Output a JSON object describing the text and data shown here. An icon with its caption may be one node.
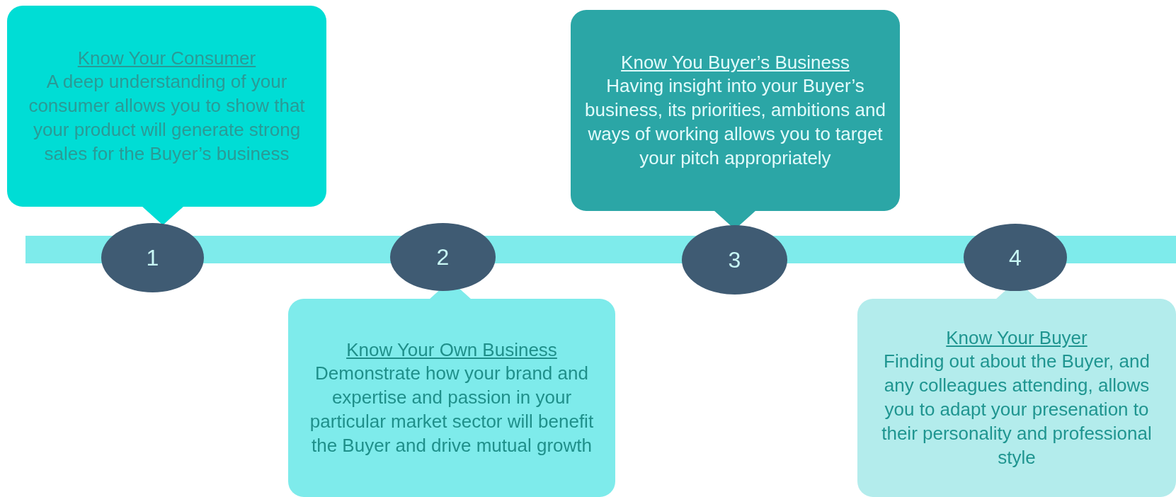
{
  "diagram": {
    "nodes": [
      {
        "text": [
          "Know Your Consumer",
          "A deep understanding of your consumer allows you to show that your product will generate strong sales for the Buyer’s business"
        ]
      },
      {
        "text": [
          "1"
        ]
      },
      {
        "text": [
          "2"
        ]
      },
      {
        "text": [
          "Know Your Own Business",
          "Demonstrate how your brand and  expertise and passion in your particular market sector will benefit the Buyer and drive mutual growth"
        ]
      },
      {
        "text": [
          "Know You Buyer’s Business",
          "Having insight into your Buyer’s business, its priorities, ambitions and ways of working allows you to target your pitch appropriately"
        ]
      },
      {
        "text": [
          "3"
        ]
      },
      {
        "text": [
          "4"
        ]
      },
      {
        "text": [
          "Know Your Buyer",
          "Finding out about the Buyer, and any colleagues attending, allows you to adapt your presenation to their personality and professional style"
        ]
      },
      {
        "text": [],
        "shape": "bar"
      }
    ]
  }
}
